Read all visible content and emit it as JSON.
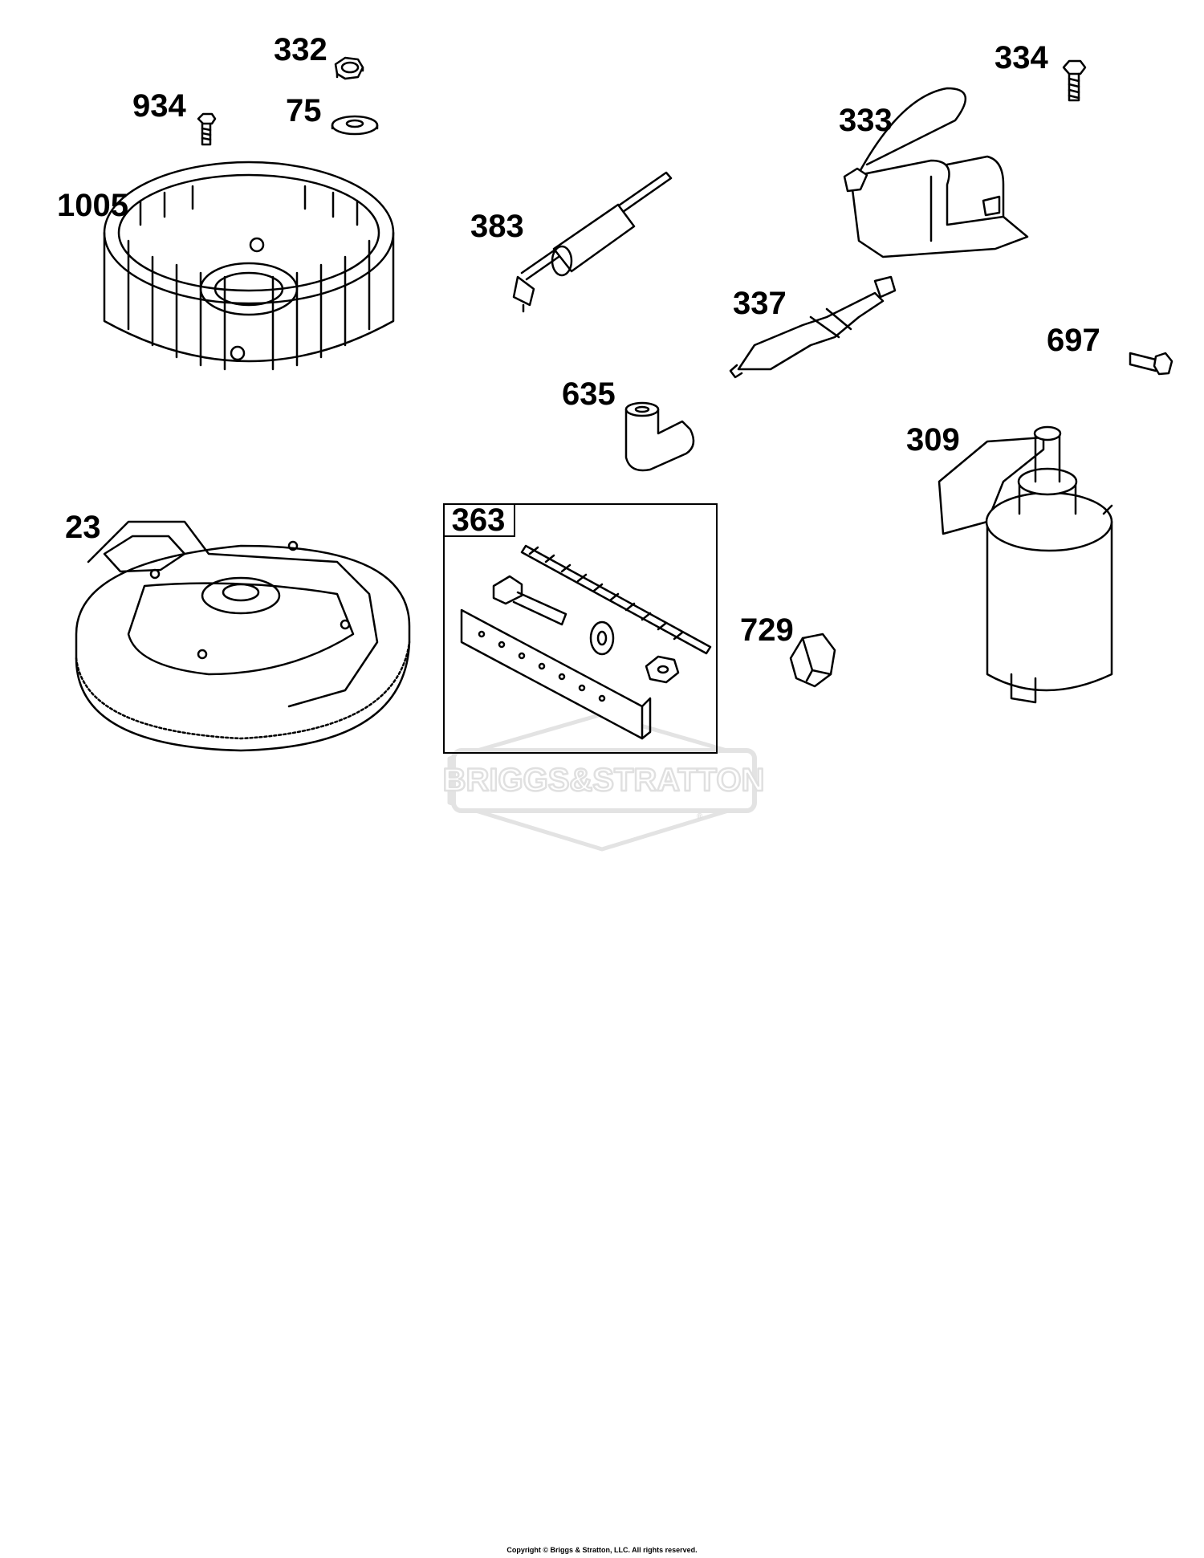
{
  "callouts": {
    "p332": "332",
    "p934": "934",
    "p75": "75",
    "p1005": "1005",
    "p383": "383",
    "p333": "333",
    "p334": "334",
    "p337": "337",
    "p697": "697",
    "p635": "635",
    "p309": "309",
    "p23": "23",
    "p363": "363",
    "p729": "729"
  },
  "watermark": {
    "brand": "BRIGGS&STRATTON",
    "mark": "®"
  },
  "footer": {
    "copyright": "Copyright © Briggs & Stratton, LLC. All rights reserved."
  },
  "colors": {
    "line": "#000000",
    "shade": "#d9d9d9",
    "watermark": "#e6e6e6"
  }
}
